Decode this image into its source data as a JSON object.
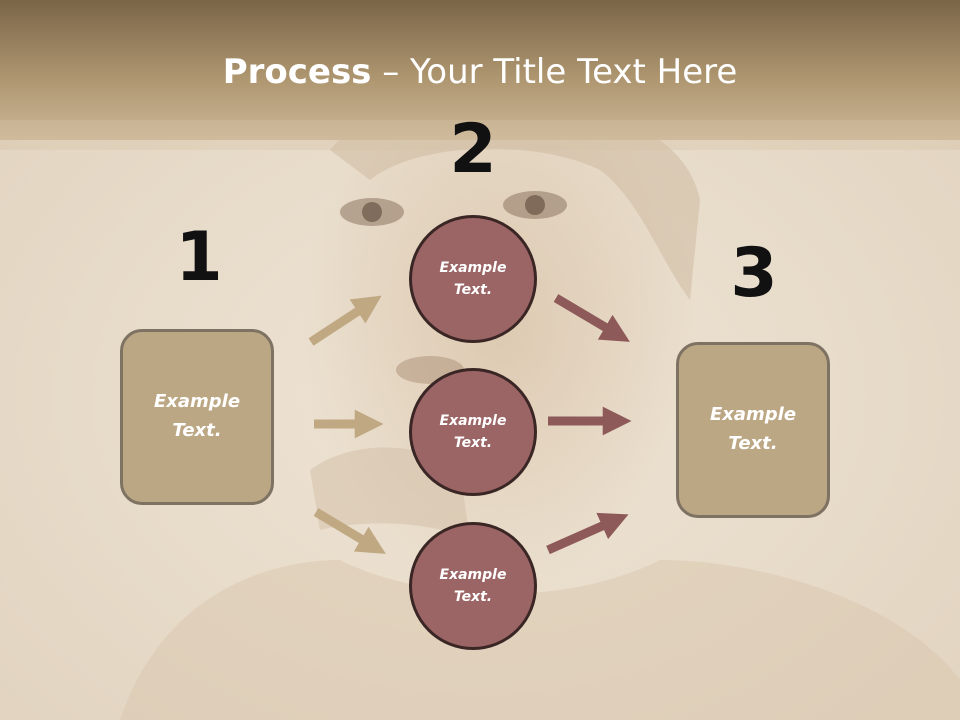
{
  "title": {
    "bold": "Process",
    "rest": " – Your Title Text Here"
  },
  "steps": [
    {
      "number": "1",
      "label": "Example\nText."
    },
    {
      "number": "2",
      "circles": [
        "Example\nText.",
        "Example\nText.",
        "Example\nText."
      ]
    },
    {
      "number": "3",
      "label": "Example\nText."
    }
  ],
  "colors": {
    "header": "#8a7556",
    "box_fill": "#bca785",
    "box_border": "#7e7263",
    "circle_fill": "#9b6566",
    "circle_border": "#3a2624",
    "arrow_tan": "#c0a882",
    "arrow_maroon": "#8e5a59"
  }
}
